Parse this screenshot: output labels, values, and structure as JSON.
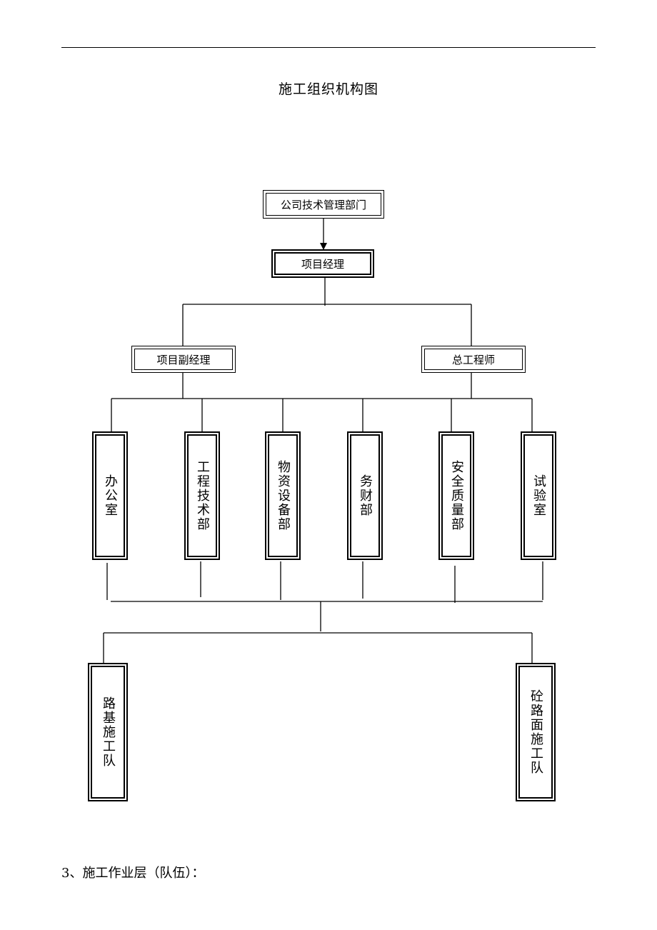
{
  "title": "施工组织机构图",
  "org": {
    "company_dept": "公司技术管理部门",
    "project_manager": "项目经理",
    "deputy_manager": "项目副经理",
    "chief_engineer": "总工程师",
    "departments": [
      "办公室",
      "工程技术部",
      "物资设备部",
      "务财部",
      "安全质量部",
      "试验室"
    ],
    "teams": [
      "路基施工队",
      "砼路面施工队"
    ]
  },
  "section_heading": "3、施工作业层（队伍）："
}
